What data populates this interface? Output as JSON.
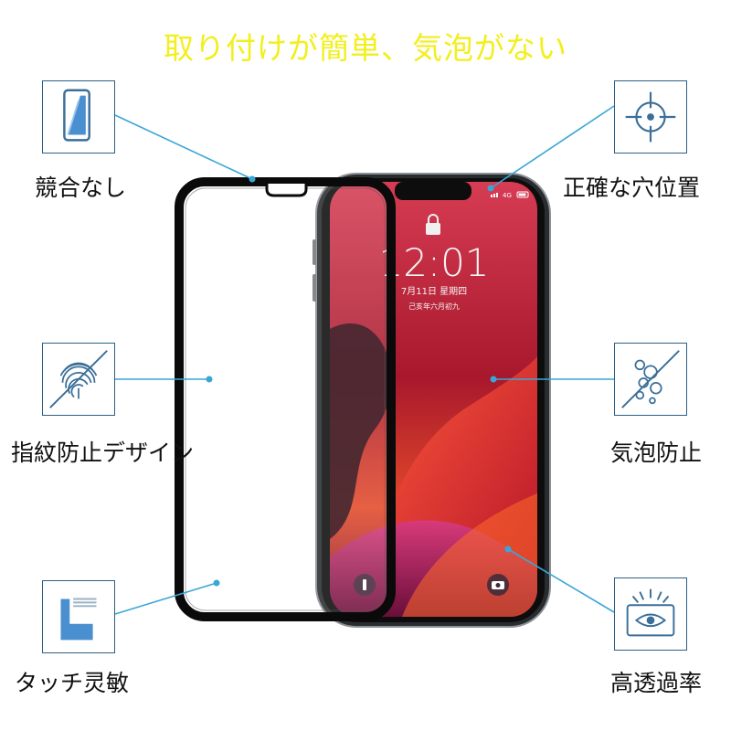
{
  "headline": "取り付けが簡単、気泡がない",
  "features": {
    "no_interference": {
      "label": "競合なし",
      "icon": "phone-film-icon"
    },
    "fingerprint": {
      "label": "指紋防止デザイン",
      "icon": "fingerprint-icon"
    },
    "touch": {
      "label": "タッチ灵敏",
      "icon": "touch-hand-icon"
    },
    "precise_holes": {
      "label": "正確な穴位置",
      "icon": "crosshair-icon"
    },
    "anti_bubble": {
      "label": "気泡防止",
      "icon": "bubbles-icon"
    },
    "transparency": {
      "label": "高透過率",
      "icon": "eye-icon"
    }
  },
  "lockscreen": {
    "time": "12:01",
    "date": "7月11日 星期四",
    "lunar": "己亥年六月初九",
    "network": "4G"
  },
  "colors": {
    "headline": "#f2ef1d",
    "callout_line": "#3aa6d6",
    "icon_border": "#2b5f86",
    "film_border": "#0a0a0a"
  }
}
